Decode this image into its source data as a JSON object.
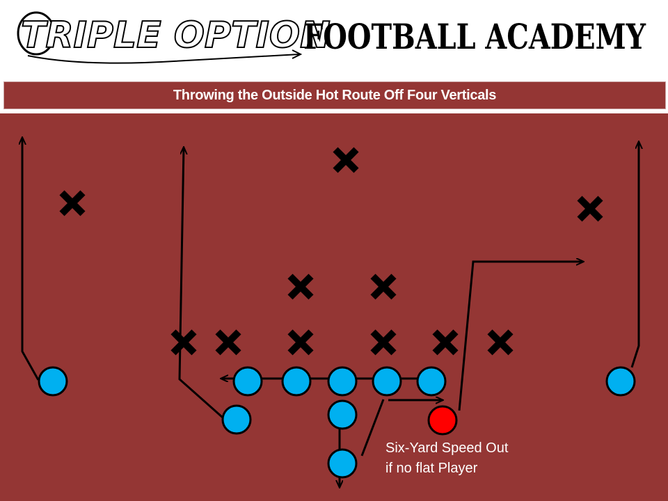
{
  "header": {
    "logo_script": "TRIPLE OPTION",
    "logo_block": "FOOTBALL ACADEMY"
  },
  "diagram": {
    "title": "Throwing the Outside Hot Route Off Four Verticals",
    "note_line1": "Six-Yard Speed Out",
    "note_line2": "if no flat Player"
  },
  "colors": {
    "field": "#943634",
    "offense": "#00B0F0",
    "hot_receiver": "#FF0000",
    "defense": "#000000",
    "routes": "#000000"
  }
}
